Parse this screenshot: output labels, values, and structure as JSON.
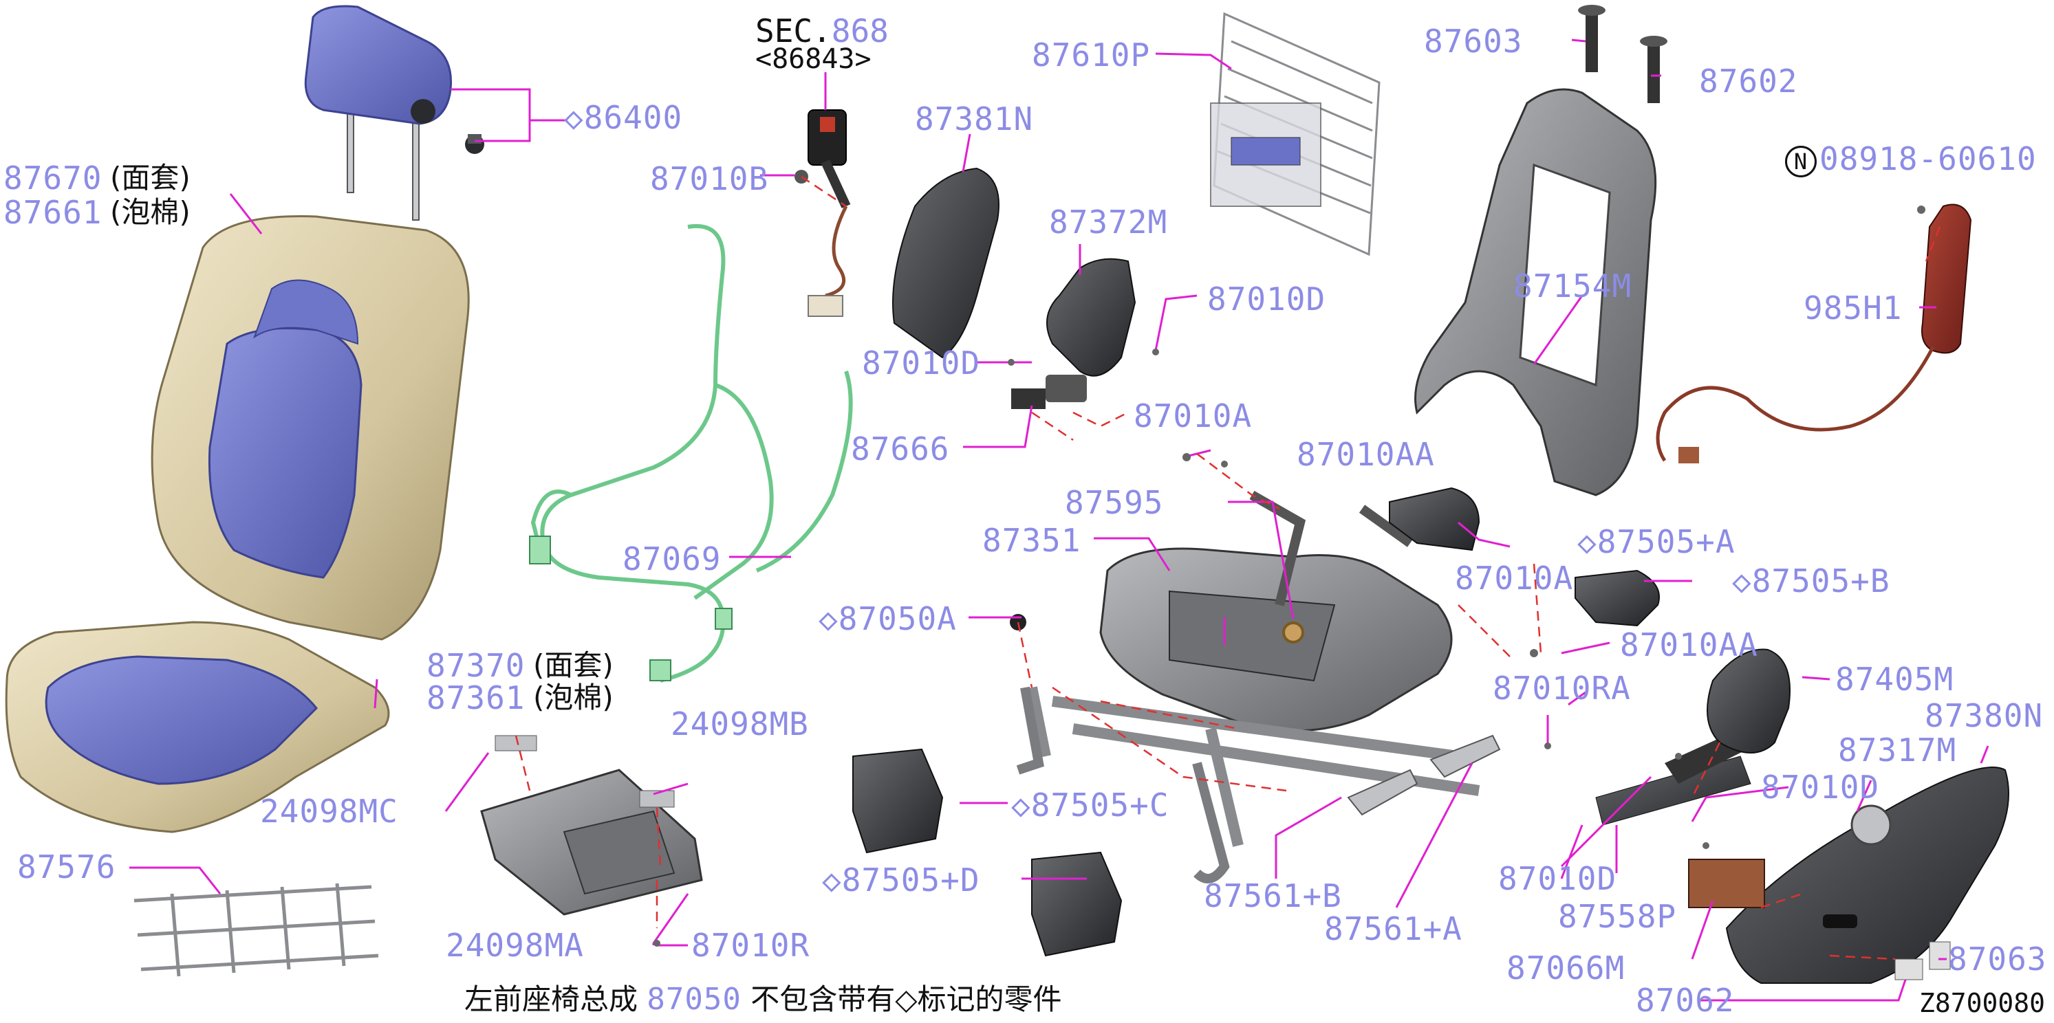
{
  "labels": {
    "p86400": "◇86400",
    "p87670": "87670",
    "p87670_note": "(面套)",
    "p87661": "87661",
    "p87661_note": "(泡棉)",
    "sec_ref": "SEC.",
    "sec_num": "868",
    "sec_sub": "<86843>",
    "p87010B": "87010B",
    "p87381N": "87381N",
    "p87610P": "87610P",
    "p87603": "87603",
    "p87602": "87602",
    "p08918": "08918-60610",
    "p08918_mark": "N",
    "p985H1": "985H1",
    "p87372M": "87372M",
    "p87010D_a": "87010D",
    "p87010D_b": "87010D",
    "p87154M": "87154M",
    "p87666": "87666",
    "p87010A_a": "87010A",
    "p87010AA_a": "87010AA",
    "p87595": "87595",
    "p87351": "87351",
    "p87505A": "◇87505+A",
    "p87505B": "◇87505+B",
    "p87069": "87069",
    "p87010A_b": "87010A",
    "p87050A": "◇87050A",
    "p87010AA_b": "87010AA",
    "p87370": "87370",
    "p87370_note": "(面套)",
    "p87361": "87361",
    "p87361_note": "(泡棉)",
    "p24098MB": "24098MB",
    "p87010RA": "87010RA",
    "p87405M": "87405M",
    "p87380N": "87380N",
    "p24098MC": "24098MC",
    "p87505C": "◇87505+C",
    "p87317M": "87317M",
    "p87010D_c": "87010D",
    "p87576": "87576",
    "p87505D": "◇87505+D",
    "p87561B": "87561+B",
    "p87010D_d": "87010D",
    "p87558P": "87558P",
    "p24098MA": "24098MA",
    "p87010R": "87010R",
    "p87561A": "87561+A",
    "p87066M": "87066M",
    "p87063": "87063",
    "p87062": "87062",
    "drawing_id": "Z8700080"
  },
  "caption": {
    "before": "左前座椅总成",
    "part": "87050",
    "after": "不包含带有◇标记的零件"
  },
  "colors": {
    "part_number": "#8c8ce6",
    "leader": "#e020d0",
    "dash": "#e03030",
    "cover_beige": "#d8cca8",
    "foam_blue": "#6a72c8",
    "harness_green": "#6cc88a",
    "frame_grey": "#8a8c90",
    "plastic_dark": "#3a3c40",
    "airbag_red": "#8a2a22"
  }
}
